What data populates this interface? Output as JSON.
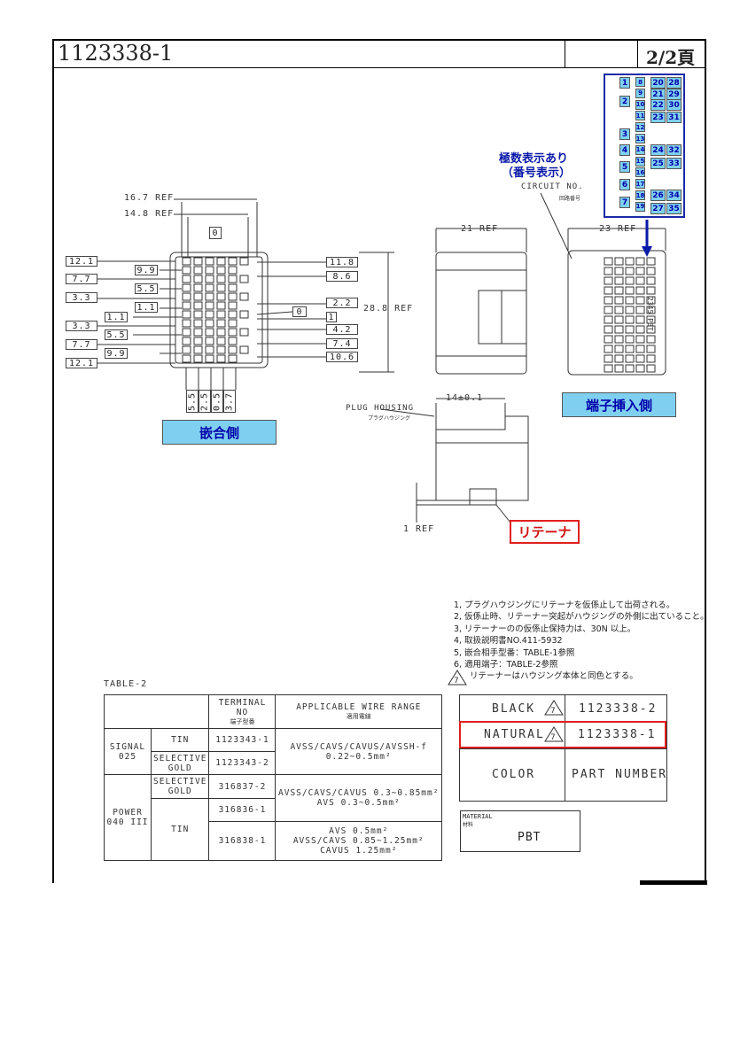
{
  "header": {
    "part_number": "1123338-1",
    "page": "2/2頁"
  },
  "front_view": {
    "ref_top_1": "16.7 REF",
    "ref_top_2": "14.8 REF",
    "zero": "0",
    "left_dims": [
      "12.1",
      "9.9",
      "7.7",
      "5.5",
      "3.3",
      "1.1",
      "1.1",
      "3.3",
      "5.5",
      "7.7",
      "9.9",
      "12.1"
    ],
    "right_dims": [
      "11.8",
      "8.6",
      "2.2",
      "0",
      "1",
      "4.2",
      "7.4",
      "10.6"
    ],
    "height": "28.8 REF",
    "bottom_dims": [
      "5.5",
      "2.5",
      "0.5",
      "3.7"
    ],
    "label": "嵌合側"
  },
  "side_view": {
    "ref": "21 REF",
    "pitch": "14±0.1",
    "plug_housing": "PLUG HOUSING",
    "plug_housing_jp": "プラグハウジング",
    "ref_bottom": "1 REF",
    "retainer": "リテーナ"
  },
  "rear_view": {
    "ref": "23 REF",
    "circuit_no": "CIRCUIT NO.",
    "circuit_no_jp": "回路番号",
    "note_blue_1": "極数表示あり",
    "note_blue_2": "（番号表示）",
    "label": "端子挿入側",
    "marking": "2345 PBT"
  },
  "pin_map": {
    "left": [
      "1",
      "2",
      "3",
      "4",
      "5",
      "6",
      "7"
    ],
    "mid": [
      "8",
      "9",
      "10",
      "11",
      "12",
      "13",
      "14",
      "15",
      "16",
      "17",
      "18",
      "19"
    ],
    "right_a": [
      "20",
      "21",
      "22",
      "23",
      "24",
      "25",
      "26",
      "27"
    ],
    "right_b": [
      "28",
      "29",
      "30",
      "31",
      "32",
      "33",
      "34",
      "35"
    ]
  },
  "notes": [
    "1, プラグハウジングにリテーナを仮係止して出荷される。",
    "2, 仮係止時、リテーナー突起がハウジングの外側に出ていること。",
    "3, リテーナーのの仮係止保持力は、30N 以上。",
    "4, 取扱説明書NO.411-5932",
    "5, 嵌合相手型番：TABLE-1参照",
    "6, 適用端子：TABLE-2参照",
    "リテーナーはハウジング本体と同色とする。"
  ],
  "note_mark": "7",
  "table2": {
    "title": "TABLE-2",
    "h_terminal": "TERMINAL NO",
    "h_terminal_jp": "端子型番",
    "h_wire": "APPLICABLE WIRE RANGE",
    "h_wire_jp": "適用電線",
    "signal": "SIGNAL 025",
    "power": "POWER 040 III",
    "tin": "TIN",
    "sel_gold": "SELECTIVE GOLD",
    "r1_no": "1123343-1",
    "r2_no": "1123343-2",
    "r12_wire_a": "AVSS/CAVS/CAVUS/AVSSH-f",
    "r12_wire_b": "0.22~0.5mm²",
    "r3_no": "316837-2",
    "r4_no": "316836-1",
    "r34_wire_a": "AVSS/CAVS/CAVUS 0.3~0.85mm²",
    "r34_wire_b": "AVS 0.3~0.5mm²",
    "r5_no": "316838-1",
    "r5_wire_a": "AVS 0.5mm²",
    "r5_wire_b": "AVSS/CAVS 0.85~1.25mm²",
    "r5_wire_c": "CAVUS 1.25mm²"
  },
  "part_table": {
    "black": "BLACK",
    "black_pn": "1123338-2",
    "natural": "NATURAL",
    "natural_pn": "1123338-1",
    "color": "COLOR",
    "part_number": "PART NUMBER",
    "mark": "7"
  },
  "material": {
    "label": "MATERIAL",
    "label_jp": "材料",
    "value": "PBT"
  }
}
